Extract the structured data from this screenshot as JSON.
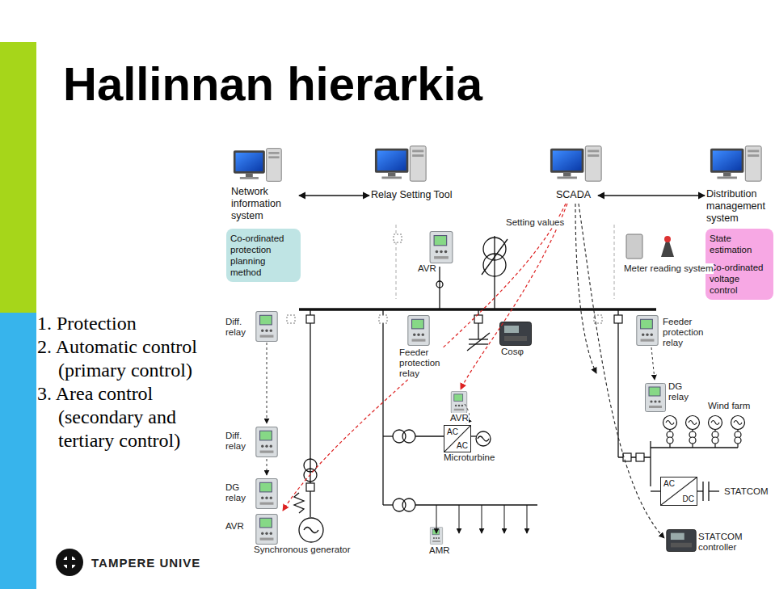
{
  "diagram": {
    "title": "Hallinnan hierarkia",
    "nodes": [
      {
        "text": [
          "Network information system"
        ]
      },
      {
        "text": [
          "Relay Setting Tool"
        ]
      },
      {
        "text": [
          "SCADA"
        ]
      },
      {
        "text": [
          "Distribution management system"
        ]
      },
      {
        "text": [
          "Co-ordinated protection planning method"
        ]
      },
      {
        "text": [
          "State estimation",
          "Co-ordinated voltage control"
        ]
      },
      {
        "text": [
          "AC",
          "AC"
        ]
      },
      {
        "text": [
          "AC",
          "DC"
        ]
      }
    ],
    "edges": [
      {
        "from": 0,
        "to": 1,
        "arrow": "both"
      },
      {
        "from": 2,
        "to": 3,
        "arrow": "both"
      }
    ],
    "labels": [
      "Setting values",
      "AVR",
      "Meter reading system",
      "1. Protection",
      "2. Automatic control (primary control)",
      "3. Area control (secondary and tertiary control)",
      "Diff. relay",
      "Feeder protection relay",
      "Cosφ",
      "Feeder protection relay",
      "DG relay",
      "Wind farm",
      "AVR",
      "Microturbine",
      "Diff. relay",
      "DG relay",
      "STATCOM",
      "AVR",
      "Synchronous generator",
      "AMR",
      "STATCOM controller",
      "TAMPERE UNIVE"
    ]
  }
}
